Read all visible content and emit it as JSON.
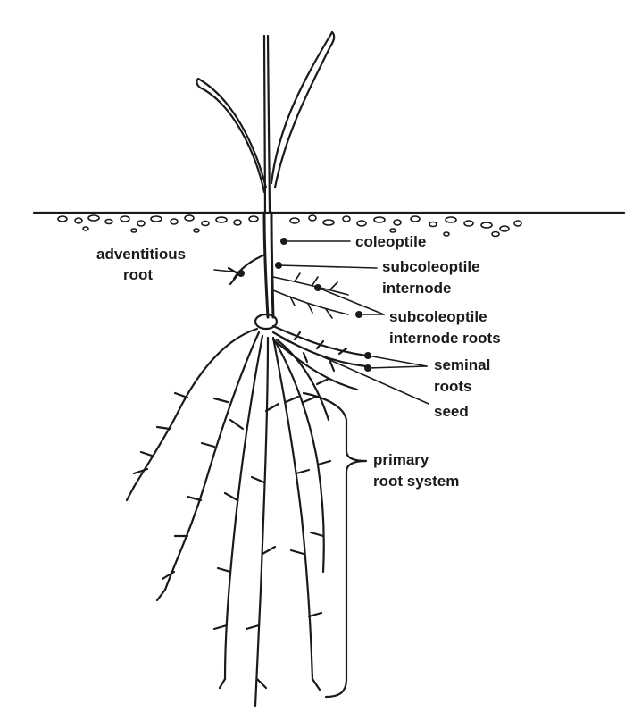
{
  "labels": {
    "coleoptile": "coleoptile",
    "adventitious_1": "adventitious",
    "adventitious_2": "root",
    "subcoleoptile_internode_1": "subcoleoptile",
    "subcoleoptile_internode_2": "internode",
    "subcoleoptile_roots_1": "subcoleoptile",
    "subcoleoptile_roots_2": "internode roots",
    "seminal_1": "seminal",
    "seminal_2": "roots",
    "seed": "seed",
    "primary_1": "primary",
    "primary_2": "root system"
  },
  "colors": {
    "ink": "#1a1a1a",
    "background": "#ffffff"
  }
}
